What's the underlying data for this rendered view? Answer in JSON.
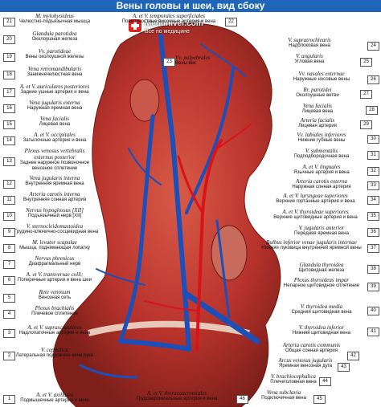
{
  "title": "Вены головы и шеи, вид сбоку",
  "logo": {
    "name": "Meduniver.com",
    "sub": "Все по медицине"
  },
  "left_labels": [
    {
      "n": "21",
      "lat": "M. mylohyoideus",
      "ru": "Челюстно-подъязычная мышца"
    },
    {
      "n": "20",
      "lat": "Glandula parotidea",
      "ru": "Околоушная железа"
    },
    {
      "n": "19",
      "lat": "Vv. parotideae",
      "ru": "Вены околоушной железы"
    },
    {
      "n": "18",
      "lat": "Vena retromandibularis",
      "ru": "Занижнечелюстная вена"
    },
    {
      "n": "17",
      "lat": "A. et V. auriculares posteriores",
      "ru": "Задние ушные артерия и вена"
    },
    {
      "n": "16",
      "lat": "Vena jugularis externa",
      "ru": "Наружная яремная вена"
    },
    {
      "n": "15",
      "lat": "Vena facialis",
      "ru": "Лицевая вена"
    },
    {
      "n": "14",
      "lat": "A. et V. occipitales",
      "ru": "Затылочные артерия и вена"
    },
    {
      "n": "13",
      "lat": "Plexus venosus vertebralis externus posterior",
      "ru": "Заднее наружное позвоночное венозное сплетение"
    },
    {
      "n": "12",
      "lat": "Vena jugularis interna",
      "ru": "Внутренняя яремная вена"
    },
    {
      "n": "11",
      "lat": "Arteria carotis interna",
      "ru": "Внутренняя сонная артерия"
    },
    {
      "n": "10",
      "lat": "Nervus hypoglossus [XII]",
      "ru": "Подъязычный нерв [XII]"
    },
    {
      "n": "9",
      "lat": "V. sternocleidomastoidea",
      "ru": "Грудино-ключично-сосцевидная вена"
    },
    {
      "n": "8",
      "lat": "M. levator scapulae",
      "ru": "Мышца, поднимающая лопатку"
    },
    {
      "n": "7",
      "lat": "Nervus phrenicus",
      "ru": "Диафрагмальный нерв"
    },
    {
      "n": "6",
      "lat": "A. et V. transversae colli;",
      "ru": "Поперечные артерия и вена шеи"
    },
    {
      "n": "5",
      "lat": "Rete venosum",
      "ru": "Венозная сеть"
    },
    {
      "n": "4",
      "lat": "Plexus brachialis",
      "ru": "Плечевое сплетение"
    },
    {
      "n": "3",
      "lat": "A. et V. suprascapulares",
      "ru": "Надлопаточные артерия и вена"
    },
    {
      "n": "2",
      "lat": "V. cephalica",
      "ru": "Латеральная подкожная вена руки"
    },
    {
      "n": "1",
      "lat": "A. et V. axillares",
      "ru": "Подмышечные артерия и вена"
    }
  ],
  "right_labels": [
    {
      "n": "22",
      "lat": "A. et V. temporales superficiales",
      "ru": "Поверхностные височные артерия и вена"
    },
    {
      "n": "23",
      "lat": "Vv. palpebrales",
      "ru": "Вены век"
    },
    {
      "n": "24",
      "lat": "V. supratrochlearis",
      "ru": "Надблоковая вена"
    },
    {
      "n": "25",
      "lat": "V. angularis",
      "ru": "Угловая вена"
    },
    {
      "n": "26",
      "lat": "Vv. nasales externae",
      "ru": "Наружные носовые вены"
    },
    {
      "n": "27",
      "lat": "Rr. parotidei",
      "ru": "Околоушные ветви"
    },
    {
      "n": "28",
      "lat": "Vena facialis",
      "ru": "Лицевая вена"
    },
    {
      "n": "29",
      "lat": "Arteria facialis",
      "ru": "Лицевая артерия"
    },
    {
      "n": "30",
      "lat": "Vv. labiales inferiores",
      "ru": "Нижние губные вены"
    },
    {
      "n": "31",
      "lat": "V. submentalis",
      "ru": "Подподбородочная вена"
    },
    {
      "n": "32",
      "lat": "A. et V. linguales",
      "ru": "Язычные артерия и вена"
    },
    {
      "n": "33",
      "lat": "Arteria carotis externa",
      "ru": "Наружная сонная артерия"
    },
    {
      "n": "34",
      "lat": "A. et V. laryngeae superiores",
      "ru": "Верхние гортанные артерия и вена"
    },
    {
      "n": "35",
      "lat": "A. et V. thyroideae superiores",
      "ru": "Верхние щитовидные артерия и вена"
    },
    {
      "n": "36",
      "lat": "V. jugularis anterior",
      "ru": "Передняя яремная вена"
    },
    {
      "n": "37",
      "lat": "Bulbus inferior venae jugularis internae",
      "ru": "Нижняя луковица внутренней яремной вены"
    },
    {
      "n": "38",
      "lat": "Glandula thyroidea",
      "ru": "Щитовидная железа"
    },
    {
      "n": "39",
      "lat": "Plexus thyroideus impar",
      "ru": "Непарное щитовидное сплетение"
    },
    {
      "n": "40",
      "lat": "V. thyroidea media",
      "ru": "Средняя щитовидная вена"
    },
    {
      "n": "41",
      "lat": "V. thyroidea inferior",
      "ru": "Нижняя щитовидная вена"
    },
    {
      "n": "42",
      "lat": "Arteria carotis communis",
      "ru": "Общая сонная артерия"
    },
    {
      "n": "43",
      "lat": "Arcus venosus jugularis",
      "ru": "Яремная венозная дуга"
    },
    {
      "n": "44",
      "lat": "V. brachiocephalica",
      "ru": "Плечеголовная вена"
    },
    {
      "n": "45",
      "lat": "Vena subclavia",
      "ru": "Подключичная вена"
    },
    {
      "n": "46",
      "lat": "A. et V. thoracoacromiales",
      "ru": "Грудоакромиальные артерия и вена"
    }
  ],
  "colors": {
    "title_bg": "#1f66b8",
    "muscle": "#b8332c",
    "vein": "#1d4fb8",
    "artery": "#d8141a"
  }
}
